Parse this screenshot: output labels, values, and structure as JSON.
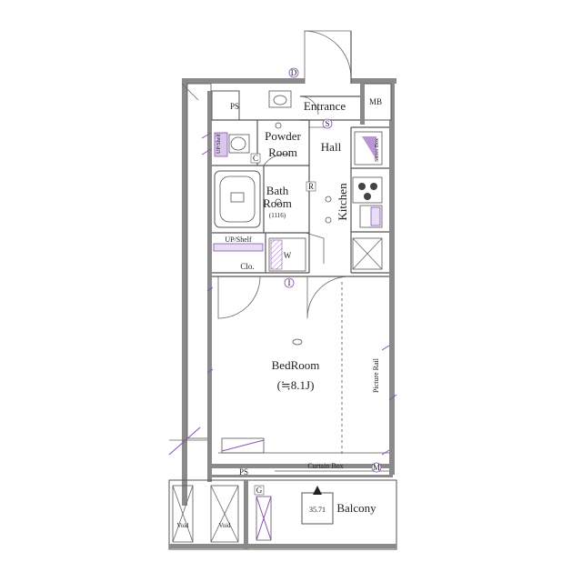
{
  "rooms": {
    "ps_top": "PS",
    "mb": "MB",
    "entrance": "Entrance",
    "powder_line1": "Powder",
    "powder_line2": "Room",
    "hall": "Hall",
    "shoes_box": "Shoes Box",
    "bath_line1": "Bath",
    "bath_line2": "Room",
    "bath_size": "(1116)",
    "kitchen": "Kitchen",
    "up_shelf": "UP/Shelf",
    "up_shelf_side": "UP/Shelf",
    "closet": "Clo.",
    "washer": "W",
    "bedroom": "BedRoom",
    "bedroom_size": "(≒8.1J)",
    "picture_rail": "Picture Rail",
    "curtain_box": "Curtain Box",
    "ps_bottom": "PS",
    "void_left": "Void",
    "void_right": "Void",
    "balcony": "Balcony",
    "balcony_area": "35.71",
    "marker_d": "D",
    "marker_s": "S",
    "marker_c": "C",
    "marker_r": "R",
    "marker_g": "G",
    "marker_m": "M",
    "marker_i": "I"
  },
  "colors": {
    "wall": "#8a8a8a",
    "accent": "#8a4fb5",
    "fixture_fill": "#d9c8ec"
  }
}
